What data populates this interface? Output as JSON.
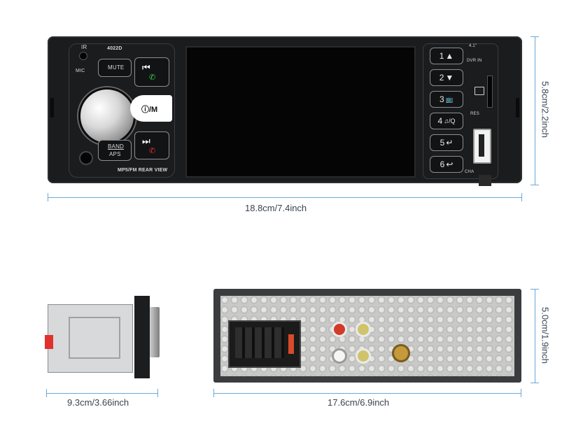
{
  "dimensions": {
    "front_width": "18.8cm/7.4inch",
    "front_height": "5.8cm/2.2inch",
    "side_width": "9.3cm/3.66inch",
    "rear_width": "17.6cm/6.9inch",
    "rear_height": "5.0cm/1.9inch"
  },
  "panel": {
    "model": "4022D",
    "ir": "IR",
    "mic": "MIC",
    "mute": "MUTE",
    "power_mode": "ⓘ/M",
    "band": "BAND",
    "aps": "APS",
    "caption": "MP5/FM REAR VIEW",
    "dvr_in": "DVR IN",
    "screen_size": "4.1\"",
    "res": "RES",
    "cha": "CHA",
    "keys": [
      {
        "num": "1",
        "symbol": "▲"
      },
      {
        "num": "2",
        "symbol": "▼"
      },
      {
        "num": "3",
        "symbol": "📺"
      },
      {
        "num": "4",
        "symbol": "♫/Q"
      },
      {
        "num": "5",
        "symbol": "↵"
      },
      {
        "num": "6",
        "symbol": "↩"
      }
    ]
  },
  "colors": {
    "dimension_line": "#6aa9d8",
    "panel": "#1a1c1d"
  }
}
